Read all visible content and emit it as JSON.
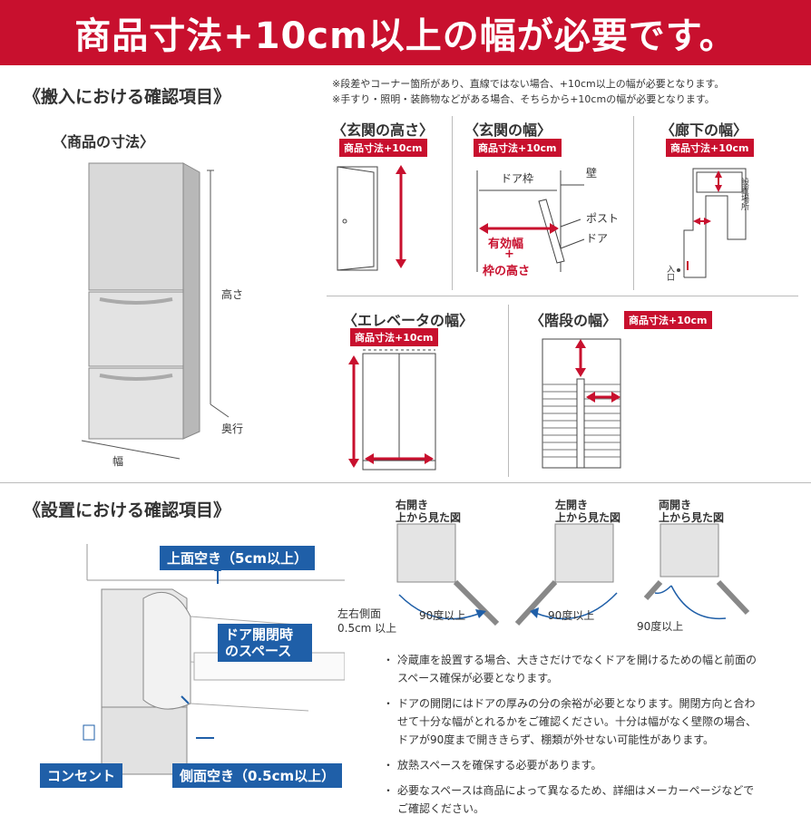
{
  "banner": "商品寸法+10cm以上の幅が必要です。",
  "carry_in": {
    "title": "《搬入における確認項目》",
    "notes": [
      "※段差やコーナー箇所があり、直線ではない場合、+10cm以上の幅が必要となります。",
      "※手すり・照明・装飾物などがある場合、そちらから+10cmの幅が必要となります。"
    ],
    "product_dims": {
      "title": "〈商品の寸法〉",
      "height": "高さ",
      "depth": "奥行",
      "width": "幅"
    },
    "tag_text": "商品寸法+10cm",
    "entrance_height": {
      "title": "〈玄関の高さ〉"
    },
    "entrance_width": {
      "title": "〈玄関の幅〉",
      "door_frame": "ドア枠",
      "wall": "壁",
      "post": "ポスト",
      "door": "ドア",
      "effective_width": "有効幅",
      "plus": "+",
      "frame_height": "枠の高さ"
    },
    "hallway_width": {
      "title": "〈廊下の幅〉",
      "install_place": "設置場所",
      "entrance": "入口"
    },
    "elevator_width": {
      "title": "〈エレベータの幅〉"
    },
    "stairs_width": {
      "title": "〈階段の幅〉"
    }
  },
  "install": {
    "title": "《設置における確認項目》",
    "top_space": "上面空き（5cm以上）",
    "door_space": "ドア開閉時のスペース",
    "outlet": "コンセント",
    "side_space": "側面空き（0.5cm以上）",
    "right_open": {
      "label1": "右開き",
      "label2": "上から見た図"
    },
    "left_open": {
      "label1": "左開き",
      "label2": "上から見た図"
    },
    "both_open": {
      "label1": "両開き",
      "label2": "上から見た図"
    },
    "side_clearance": [
      "左右側面",
      "0.5cm 以上"
    ],
    "angle": "90度以上",
    "bullets": [
      "冷蔵庫を設置する場合、大きさだけでなくドアを開けるための幅と前面のスペース確保が必要となります。",
      "ドアの開閉にはドアの厚みの分の余裕が必要となります。開閉方向と合わせて十分な幅がとれるかをご確認ください。十分は幅がなく壁際の場合、ドアが90度まで開ききらず、棚類が外せない可能性があります。",
      "放熱スペースを確保する必要があります。",
      "必要なスペースは商品によって異なるため、詳細はメーカーページなどでご確認ください。"
    ]
  },
  "colors": {
    "brand_red": "#c8102e",
    "install_blue": "#1f5fa8"
  }
}
